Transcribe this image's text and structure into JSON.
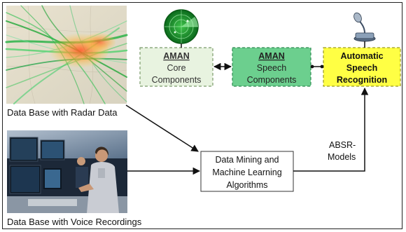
{
  "diagram": {
    "radar_caption": "Data Base with Radar Data",
    "voice_caption": "Data Base with Voice Recordings",
    "core": {
      "title": "AMAN",
      "line1": "Core",
      "line2": "Components"
    },
    "speech": {
      "title": "AMAN",
      "line1": "Speech",
      "line2": "Components"
    },
    "asr": {
      "line1": "Automatic",
      "line2": "Speech",
      "line3": "Recognition"
    },
    "mining": {
      "line1": "Data Mining and",
      "line2": "Machine Learning",
      "line3": "Algorithms"
    },
    "absr": {
      "line1": "ABSR-",
      "line2": "Models"
    }
  },
  "colors": {
    "core_fill": "#e8f3e0",
    "speech_fill": "#6ccf8e",
    "asr_fill": "#ffff44",
    "radar_green": "#0a8a2a"
  },
  "icons": [
    "radar-icon",
    "microphone-icon"
  ]
}
